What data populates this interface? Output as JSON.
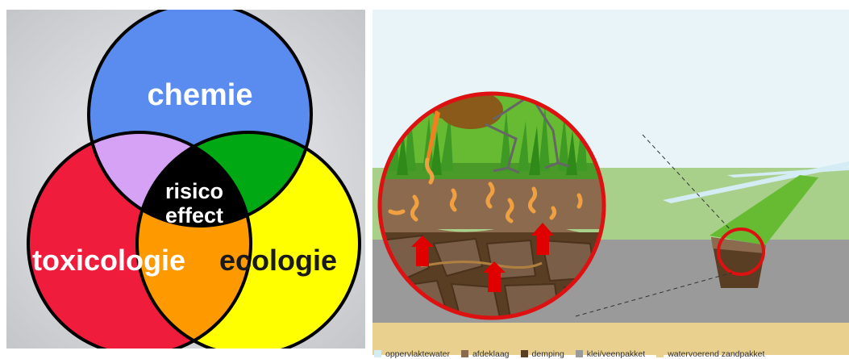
{
  "venn": {
    "labels": {
      "chemie": "chemie",
      "toxicologie": "toxicologie",
      "ecologie": "ecologie",
      "center_line1": "risico",
      "center_line2": "effect"
    },
    "colors": {
      "chemie": "#5a8cf0",
      "toxicologie": "#f01c3c",
      "ecologie": "#ffff00",
      "chemie_toxicologie": "#d6a2f5",
      "chemie_ecologie": "#00a814",
      "toxicologie_ecologie": "#ff9900",
      "center": "#000000",
      "outline": "#000000"
    }
  },
  "soil": {
    "colors": {
      "sky": "#e8f4f8",
      "surface_water": "#d4ecf4",
      "cover_layer": "#8b6a4d",
      "fill": "#5a3e24",
      "clay_peat": "#9a9a9a",
      "sand": "#e9d08e",
      "grass": "#66bb33",
      "lens_border": "#dd1111",
      "arrow": "#e00000",
      "worm": "#f0a040",
      "bird_body": "#8a5a1a",
      "bird_beak": "#f08020"
    }
  },
  "legend": {
    "items": [
      {
        "label": "oppervlaktewater",
        "color": "#d4ecf4"
      },
      {
        "label": "afdeklaag",
        "color": "#8b6a4d"
      },
      {
        "label": "demping",
        "color": "#5a3e24"
      },
      {
        "label": "klei/veenpakket",
        "color": "#9a9a9a"
      },
      {
        "label": "watervoerend zandpakket",
        "color": "#e9d08e"
      }
    ]
  }
}
